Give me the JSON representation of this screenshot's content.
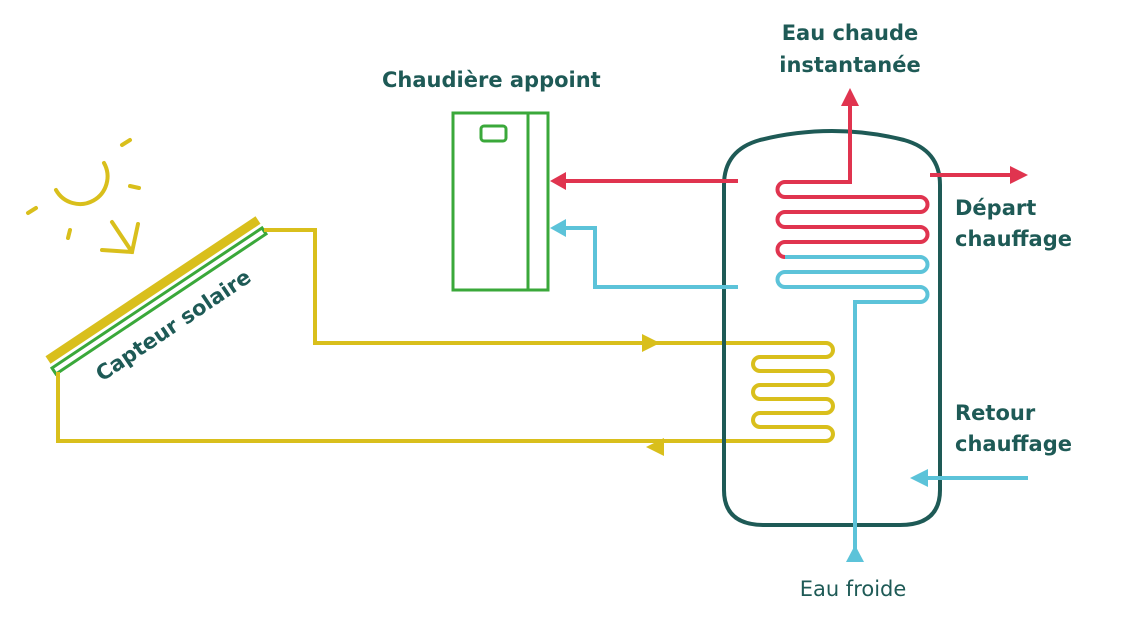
{
  "labels": {
    "boiler": "Chaudière appoint",
    "hot_water_1": "Eau chaude",
    "hot_water_2": "instantanée",
    "heating_out_1": "Départ",
    "heating_out_2": "chauffage",
    "heating_return_1": "Retour",
    "heating_return_2": "chauffage",
    "cold_water": "Eau froide",
    "collector": "Capteur solaire"
  },
  "colors": {
    "text": "#1e5a56",
    "tank": "#1e5a56",
    "hot": "#e0344f",
    "cold": "#5cc3d9",
    "solar": "#d9bf1c",
    "boiler": "#3aa83a"
  }
}
